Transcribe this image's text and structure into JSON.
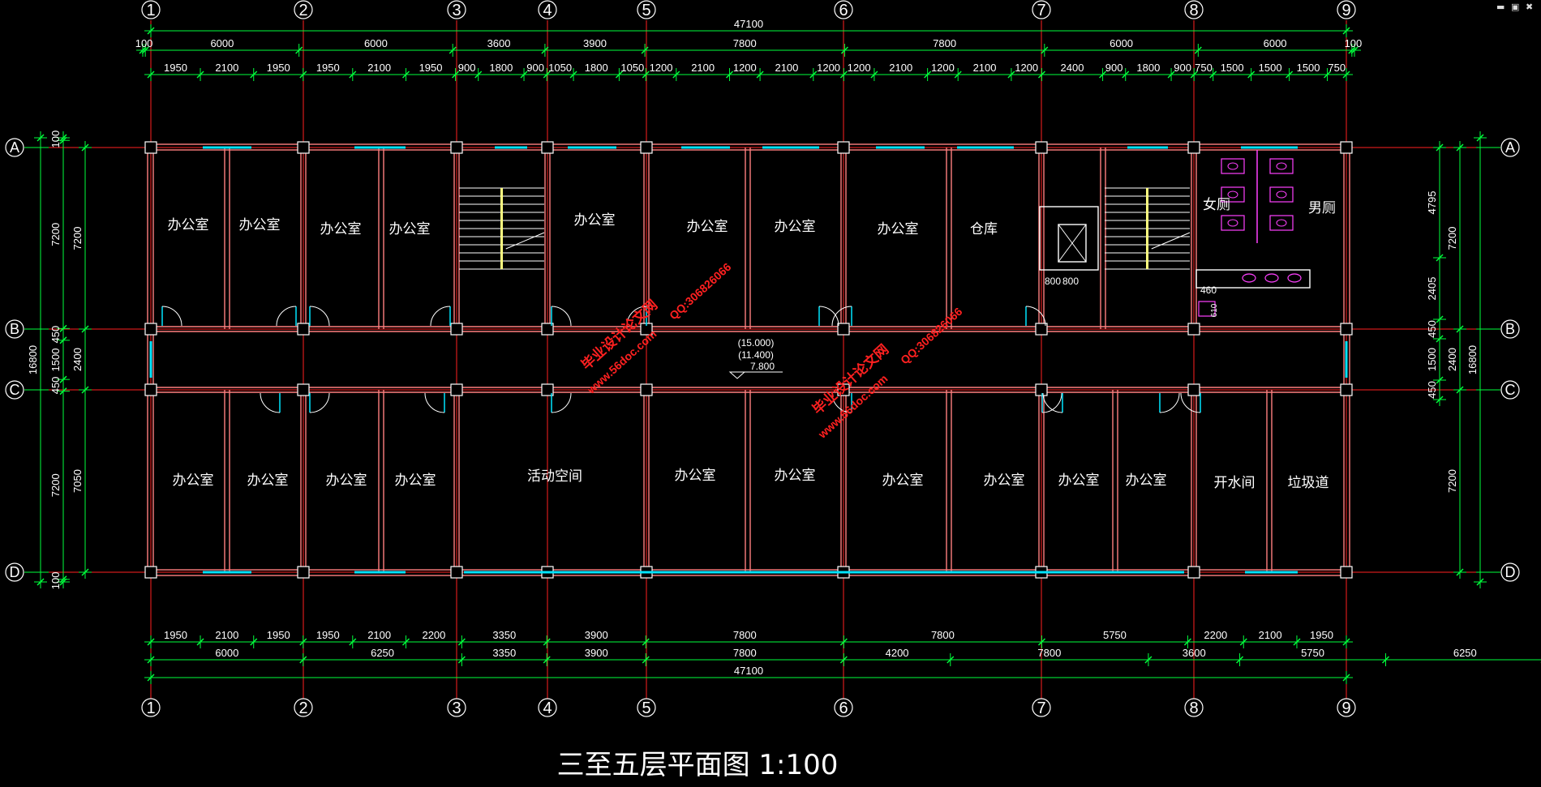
{
  "title": "三至五层平面图  1:100",
  "window_controls": {
    "minimize": "▬",
    "restore": "▣",
    "close": "✖"
  },
  "colors": {
    "wall": "#ff7f7f",
    "grid": "#ff2020",
    "dim": "#00ff3c",
    "text": "#ffffff",
    "glass": "#00e5ff",
    "stair": "#ffff80",
    "wc": "#ff40ff",
    "watermark": "#ff2020"
  },
  "grid_axes": {
    "vertical": [
      "1",
      "2",
      "3",
      "4",
      "5",
      "6",
      "7",
      "8",
      "9"
    ],
    "horizontal": [
      "A",
      "B",
      "C",
      "D"
    ]
  },
  "top_dims": {
    "total": "47100",
    "row2": [
      "100",
      "6000",
      "6000",
      "3600",
      "3900",
      "7800",
      "7800",
      "6000",
      "6000",
      "100"
    ],
    "row3": [
      "1950",
      "2100",
      "1950",
      "1950",
      "2100",
      "1950",
      "900",
      "1800",
      "900",
      "1050",
      "1800",
      "1050",
      "1200",
      "2100",
      "1200",
      "2100",
      "1200",
      "1200",
      "2100",
      "1200",
      "2100",
      "1200",
      "2400",
      "900",
      "1800",
      "900",
      "750",
      "1500",
      "1500",
      "1500",
      "750"
    ]
  },
  "bottom_dims": {
    "row1": [
      "1950",
      "2100",
      "1950",
      "1950",
      "2100",
      "2200",
      "3350",
      "3900",
      "7800",
      "7800",
      "5750",
      "2200",
      "2100",
      "1950"
    ],
    "row2": [
      "6000",
      "6250",
      "3350",
      "3900",
      "7800",
      "4200",
      "7800",
      "3600",
      "5750",
      "6250"
    ],
    "total": "47100"
  },
  "left_dims": {
    "inner": [
      "100",
      "7200",
      "2400",
      "450",
      "1500",
      "450",
      "7200",
      "100"
    ],
    "inner2": [
      "7200",
      "450",
      "7050"
    ],
    "total": "16800"
  },
  "right_dims": {
    "inner": [
      "4795",
      "2405",
      "450",
      "1500",
      "450"
    ],
    "mid": [
      "7200",
      "2400",
      "7200"
    ],
    "total": "16800"
  },
  "rooms_top": [
    "办公室",
    "办公室",
    "办公室",
    "办公室",
    "办公室",
    "办公室",
    "办公室",
    "办公室",
    "仓库",
    "女厕",
    "男厕"
  ],
  "rooms_bottom": [
    "办公室",
    "办公室",
    "办公室",
    "办公室",
    "活动空间",
    "办公室",
    "办公室",
    "办公室",
    "办公室",
    "办公室",
    "办公室",
    "开水间",
    "垃圾道"
  ],
  "elevations": [
    "(15.000)",
    "(11.400)",
    "7.800"
  ],
  "misc_dims": {
    "elevator_a": "800",
    "elevator_b": "800",
    "door_460": "460",
    "door_610": "610"
  },
  "watermarks": [
    "毕业设计论文网",
    "www.56doc.com",
    "QQ:306826066"
  ]
}
